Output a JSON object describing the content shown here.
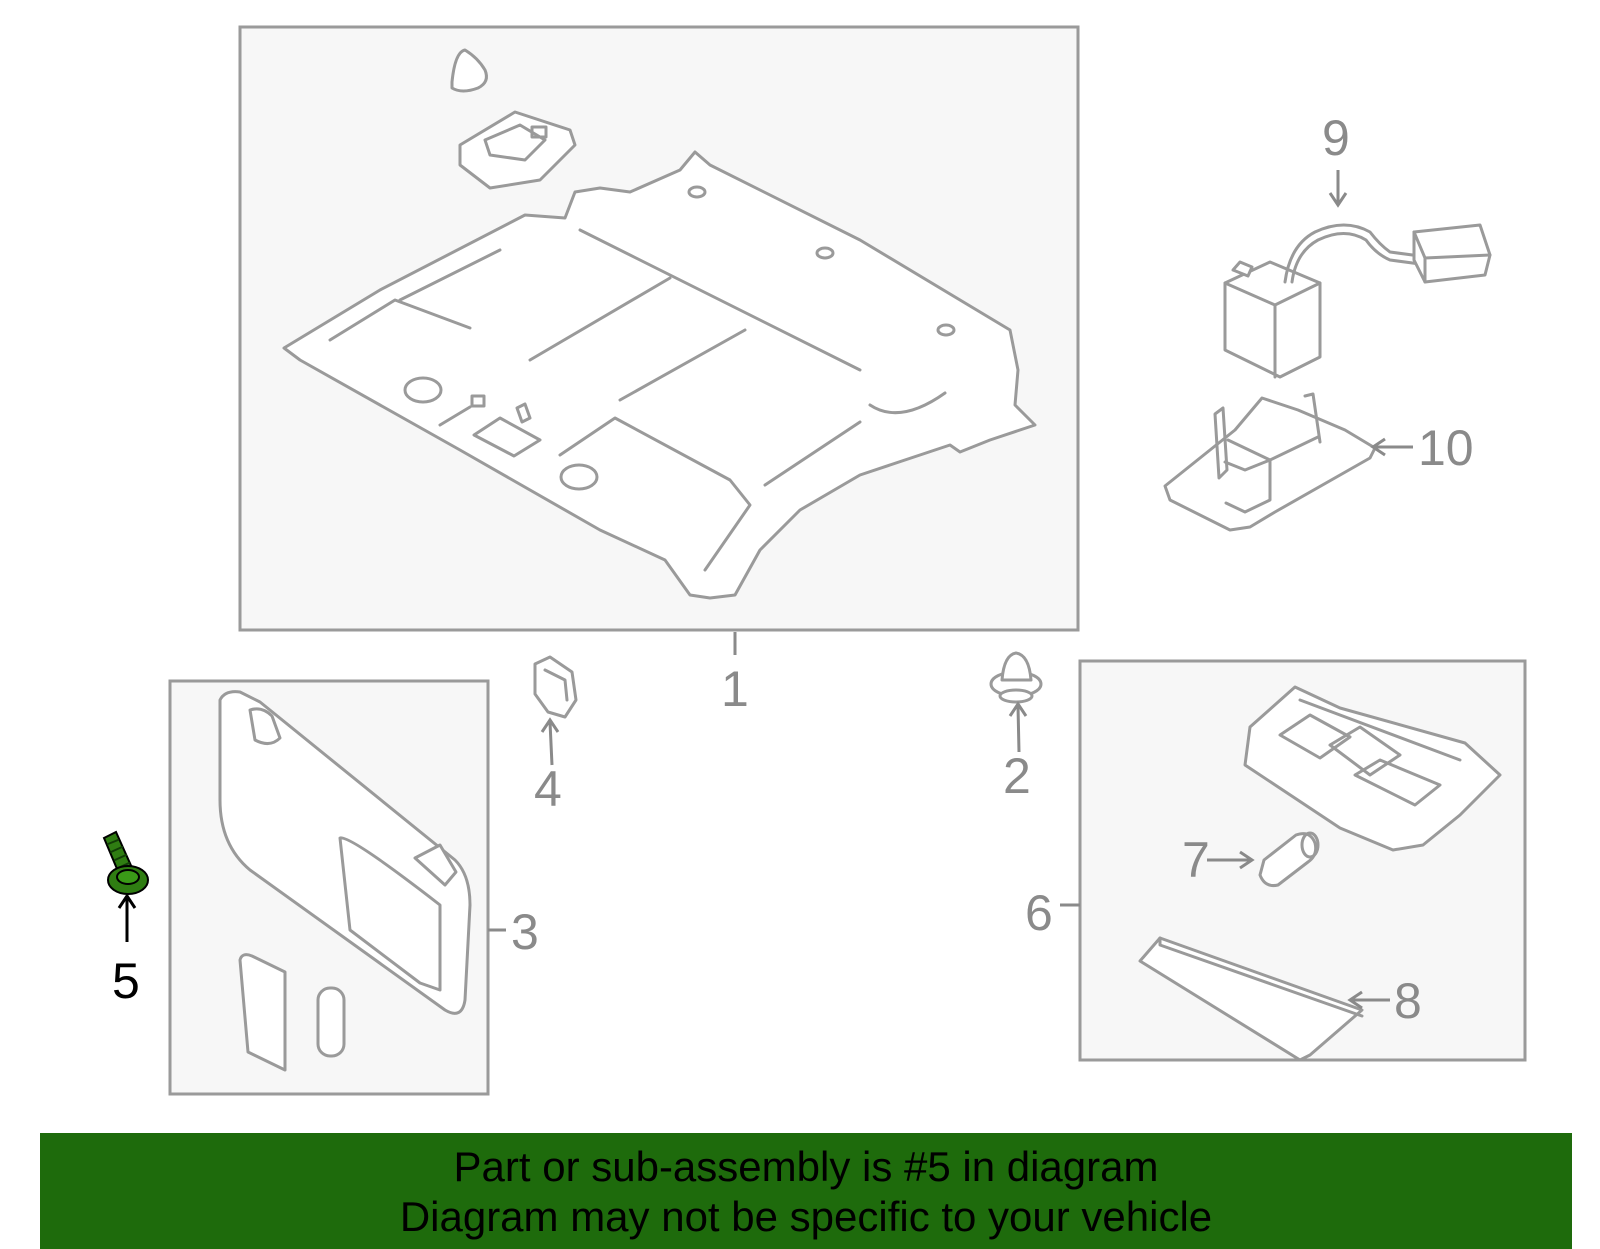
{
  "diagram": {
    "callouts": [
      {
        "id": "1",
        "label": "1",
        "highlight": false
      },
      {
        "id": "2",
        "label": "2",
        "highlight": false
      },
      {
        "id": "3",
        "label": "3",
        "highlight": false
      },
      {
        "id": "4",
        "label": "4",
        "highlight": false
      },
      {
        "id": "5",
        "label": "5",
        "highlight": true
      },
      {
        "id": "6",
        "label": "6",
        "highlight": false
      },
      {
        "id": "7",
        "label": "7",
        "highlight": false
      },
      {
        "id": "8",
        "label": "8",
        "highlight": false
      },
      {
        "id": "9",
        "label": "9",
        "highlight": false
      },
      {
        "id": "10",
        "label": "10",
        "highlight": false
      }
    ],
    "colors": {
      "highlight_part": "#2f7d12",
      "line": "#9a9a9a",
      "label": "#8a8a8a",
      "banner": "#1e6b0c"
    }
  },
  "banner": {
    "line1": "Part or sub-assembly is #5 in diagram",
    "line2": "Diagram may not be specific to your vehicle"
  }
}
